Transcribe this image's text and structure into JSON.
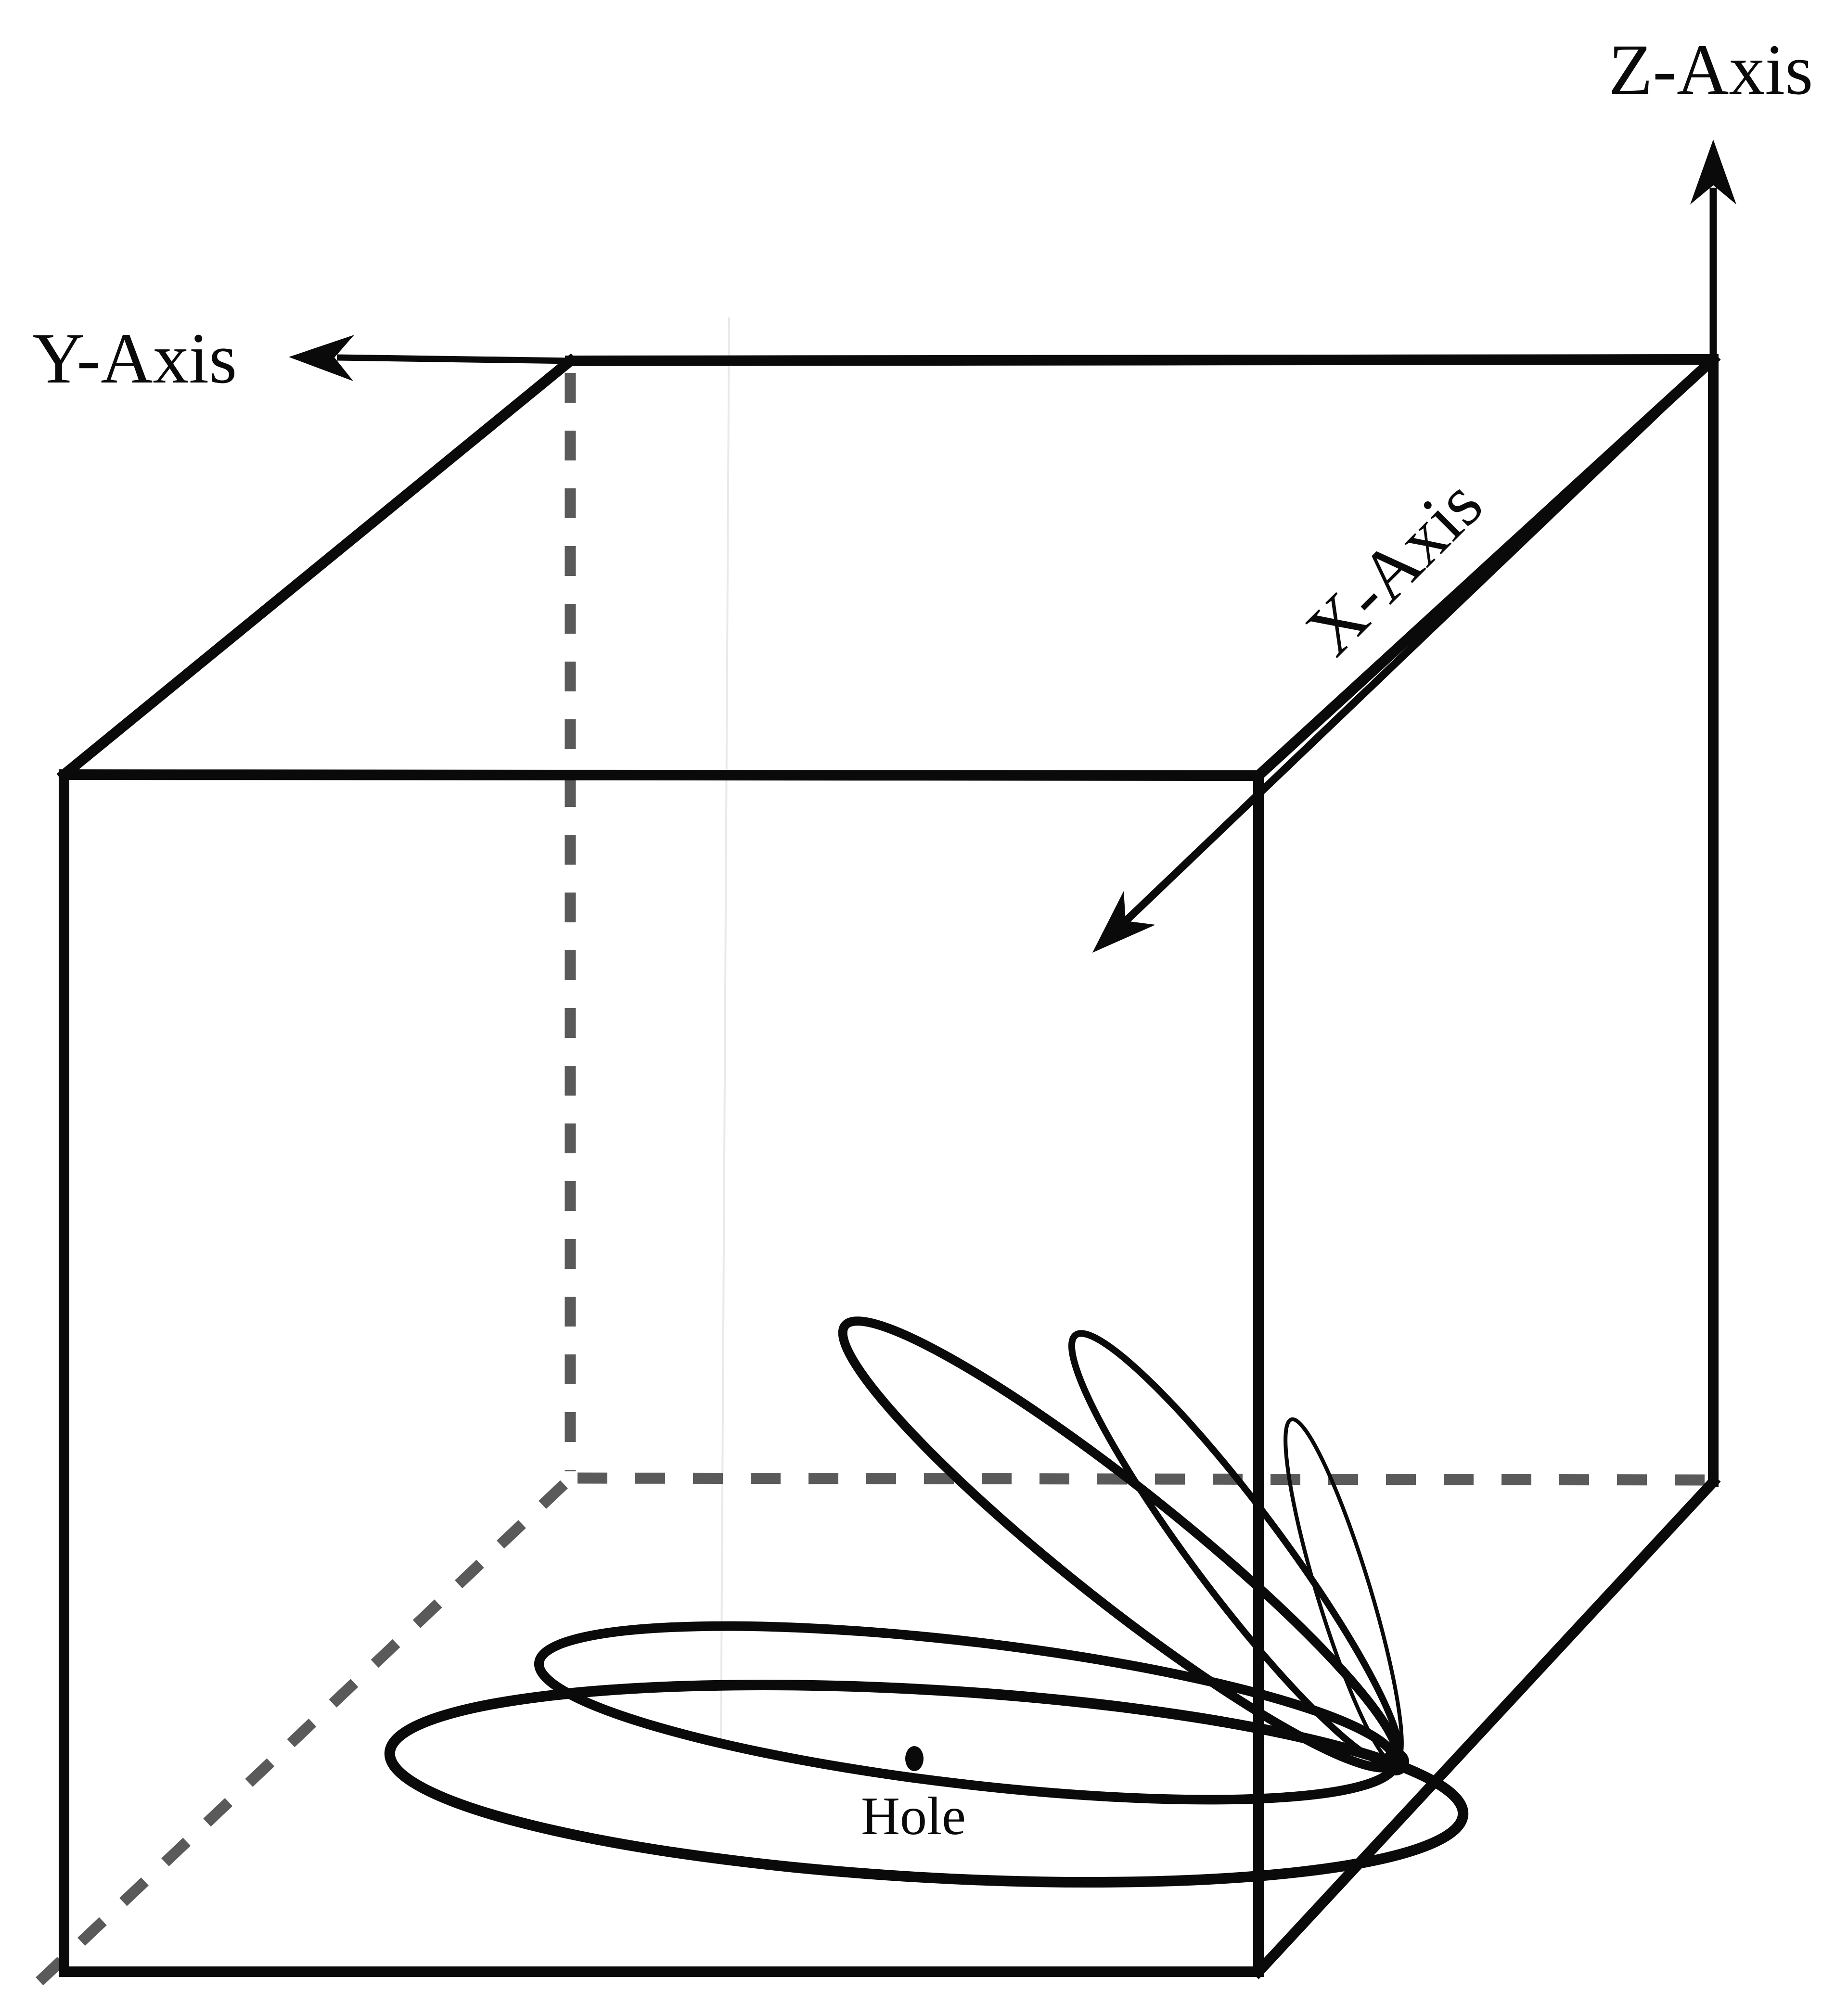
{
  "figure": {
    "kind": "3d-coordinate-cube-with-orbit-lobes",
    "background": "#ffffff"
  },
  "labels": {
    "z_axis": "Z-Axis",
    "y_axis": "Y-Axis",
    "x_axis": "X-Axis",
    "hole": "Hole"
  },
  "colors": {
    "line": "#0a0a0a",
    "hidden_edge_gray": "#5a5a5a",
    "background": "#ffffff"
  },
  "markers": {
    "hole_dot": "filled black oval on cube floor",
    "orbit_origin_dot": "filled black dot where all orbit lobes converge"
  }
}
